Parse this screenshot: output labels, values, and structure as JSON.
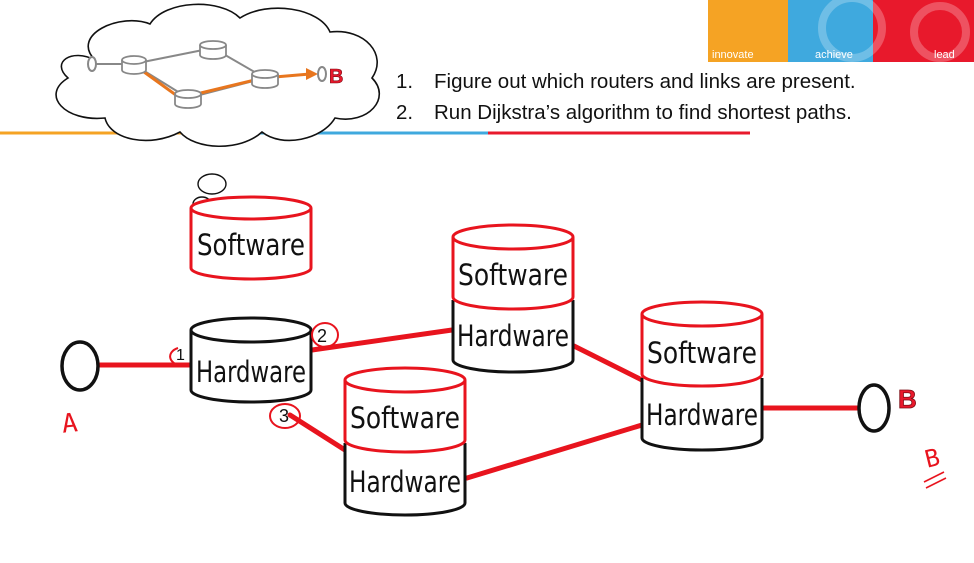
{
  "branding": {
    "colors": {
      "orange": "#f5a324",
      "blue": "#3fa9de",
      "red": "#e8192c"
    },
    "words": [
      "innovate",
      "achieve",
      "lead"
    ]
  },
  "steps": [
    {
      "num": "1.",
      "text": "Figure out which routers and links are present."
    },
    {
      "num": "2.",
      "text": "Run Dijkstra’s algorithm to find shortest paths."
    }
  ],
  "routers": {
    "software_label": "Software",
    "hardware_label": "Hardware"
  },
  "ports": [
    "1",
    "2",
    "3"
  ],
  "endpoints": {
    "host_a_label": "A",
    "host_b_label": "B",
    "host_b_handwritten": "B",
    "cloud_b_label": "B"
  },
  "colors": {
    "link": "#e8141e",
    "outline": "#111111",
    "path": "#e8761e",
    "cloud_gray": "#888888"
  }
}
